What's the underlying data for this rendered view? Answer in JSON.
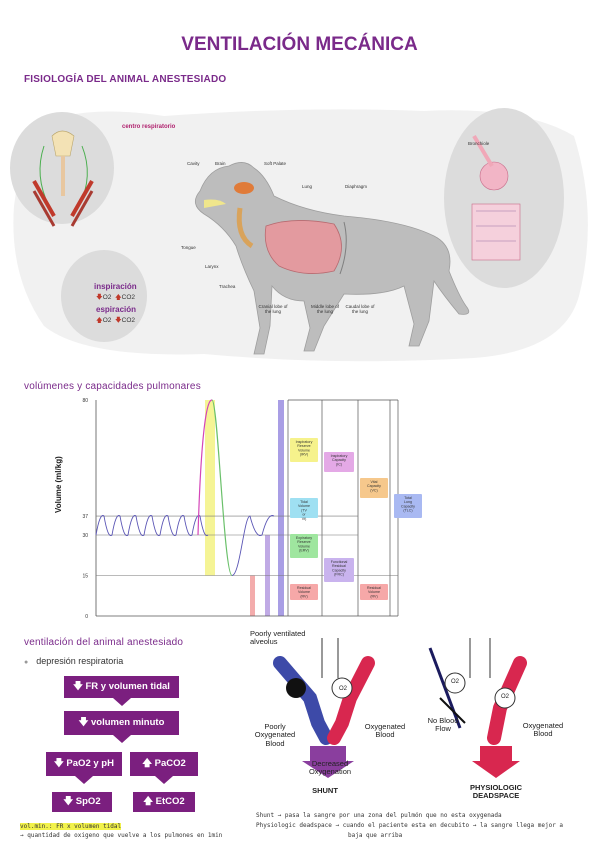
{
  "page": {
    "title": "VENTILACIÓN MECÁNICA",
    "section1": "FISIOLOGÍA DEL ANIMAL ANESTESIADO",
    "section2": "volúmenes y capacidades pulmonares",
    "section3": "ventilación del animal anestesiado"
  },
  "anatomy": {
    "centro": "centro respiratorio",
    "labels": {
      "cavity": "Cavity",
      "brain": "Brain",
      "soft_palate": "Soft Palate",
      "lung": "Lung",
      "diaphragm": "Diaphragm",
      "tongue": "Tongue",
      "larynx": "Larynx",
      "trachea": "Trachea",
      "cranial": "Cranial lobe of the lung",
      "middle": "Middle lobe of the lung",
      "caudal": "Caudal lobe of the lung"
    },
    "inspiracion": "inspiración",
    "insp_o2": "O2",
    "insp_co2": "CO2",
    "espiracion": "espiración",
    "esp_o2": "O2",
    "esp_co2": "CO2",
    "bronchiole": "Bronchiole"
  },
  "chart_data": {
    "type": "line",
    "title": "",
    "xlabel": "",
    "ylabel": "Volume (ml/kg)",
    "yticks": [
      "0",
      "15",
      "30",
      "37",
      "80"
    ],
    "ylim": [
      0,
      80
    ],
    "labels": {
      "irv": "Inspiratory Reserve Volume (IRV)",
      "tv": "Tidal Volume (TV or Vt)",
      "erv": "Expiratory Reserve Volume (ERV)",
      "rv": "Residual Volume (RV)",
      "ic": "Inspiratory Capacity (IC)",
      "frc": "Functional Residual Capacity (FRC)",
      "vc": "Vital Capacity (VC)",
      "rv2": "Residual Volume (RV)",
      "tlc": "Total Lung Capacity (TLC)"
    },
    "tidal_low": 30,
    "tidal_high": 37,
    "max_insp": 80,
    "max_exp": 15
  },
  "flow": {
    "bullet": "depresión respiratoria",
    "box1": "🡇 FR y volumen tidal",
    "box2": "🡇 volumen minuto",
    "box3": "🡇 PaO2 y pH",
    "box4": "🡅 PaCO2",
    "box5": "🡇 SpO2",
    "box6": "🡅 EtCO2"
  },
  "notes": {
    "vol_min": "vol.min.: FR x volumen tidal",
    "tidal_def": "→ quantidad de oxigeno que vuelve a los pulmones en 1min",
    "shunt_def": "Shunt → pasa la sangre por una zona del pulmón que no esta oxygenada",
    "dead_def": "Physiologic deadspace → cuando el paciente esta en decubito → la sangre llega mejor a",
    "dead_def2": "baja que arriba"
  },
  "shunt": {
    "poor_vent": "Poorly ventilated alveolus",
    "poor_oxy": "Poorly Oxygenated Blood",
    "oxy": "Oxygenated Blood",
    "shunt": "SHUNT",
    "decreased": "Decreased Oxygenation",
    "no_flow": "No Blood Flow",
    "oxy2": "Oxygenated Blood",
    "dead": "PHYSIOLOGIC DEADSPACE",
    "o2": "O2"
  }
}
